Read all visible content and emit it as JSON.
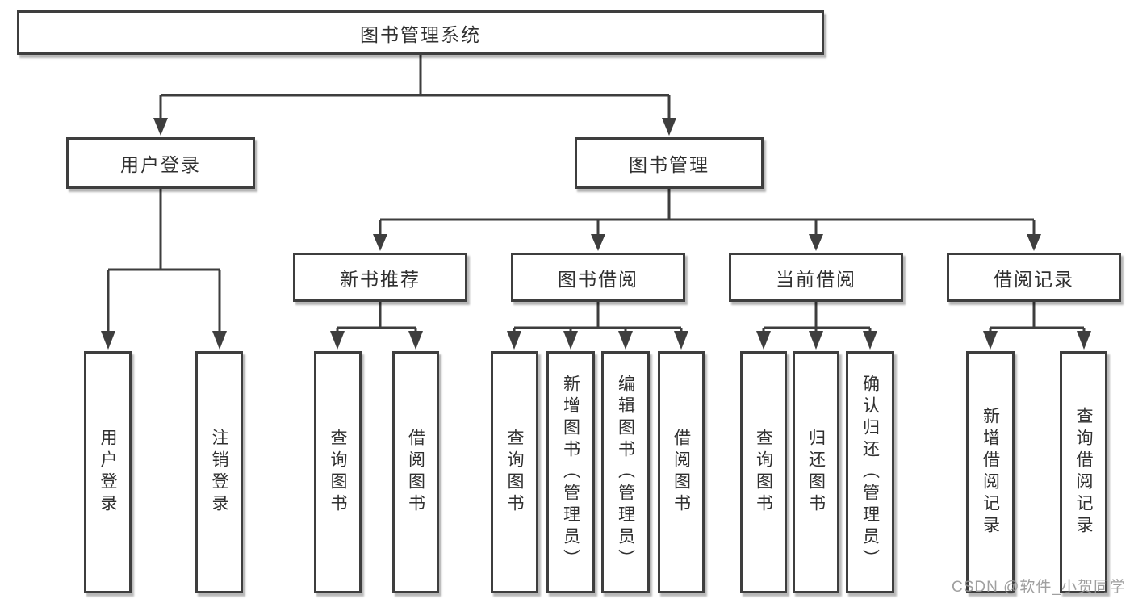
{
  "diagram": {
    "line_color": "#3e3e3e",
    "box_background": "#ffffff",
    "text_color": "#303030"
  },
  "tree": {
    "root": {
      "label": "图书管理系统",
      "children": [
        {
          "label": "用户登录",
          "children": [
            {
              "label": "用户登录"
            },
            {
              "label": "注销登录"
            }
          ]
        },
        {
          "label": "图书管理",
          "children": [
            {
              "label": "新书推荐",
              "children": [
                {
                  "label": "查询图书"
                },
                {
                  "label": "借阅图书"
                }
              ]
            },
            {
              "label": "图书借阅",
              "children": [
                {
                  "label": "查询图书"
                },
                {
                  "label": "新增图书（管理员）"
                },
                {
                  "label": "编辑图书（管理员）"
                },
                {
                  "label": "借阅图书"
                }
              ]
            },
            {
              "label": "当前借阅",
              "children": [
                {
                  "label": "查询图书"
                },
                {
                  "label": "归还图书"
                },
                {
                  "label": "确认归还（管理员）"
                }
              ]
            },
            {
              "label": "借阅记录",
              "children": [
                {
                  "label": "新增借阅记录"
                },
                {
                  "label": "查询借阅记录"
                }
              ]
            }
          ]
        }
      ]
    }
  },
  "watermark": {
    "text": "CSDN @软件_小贺同学",
    "color": "#969696"
  }
}
